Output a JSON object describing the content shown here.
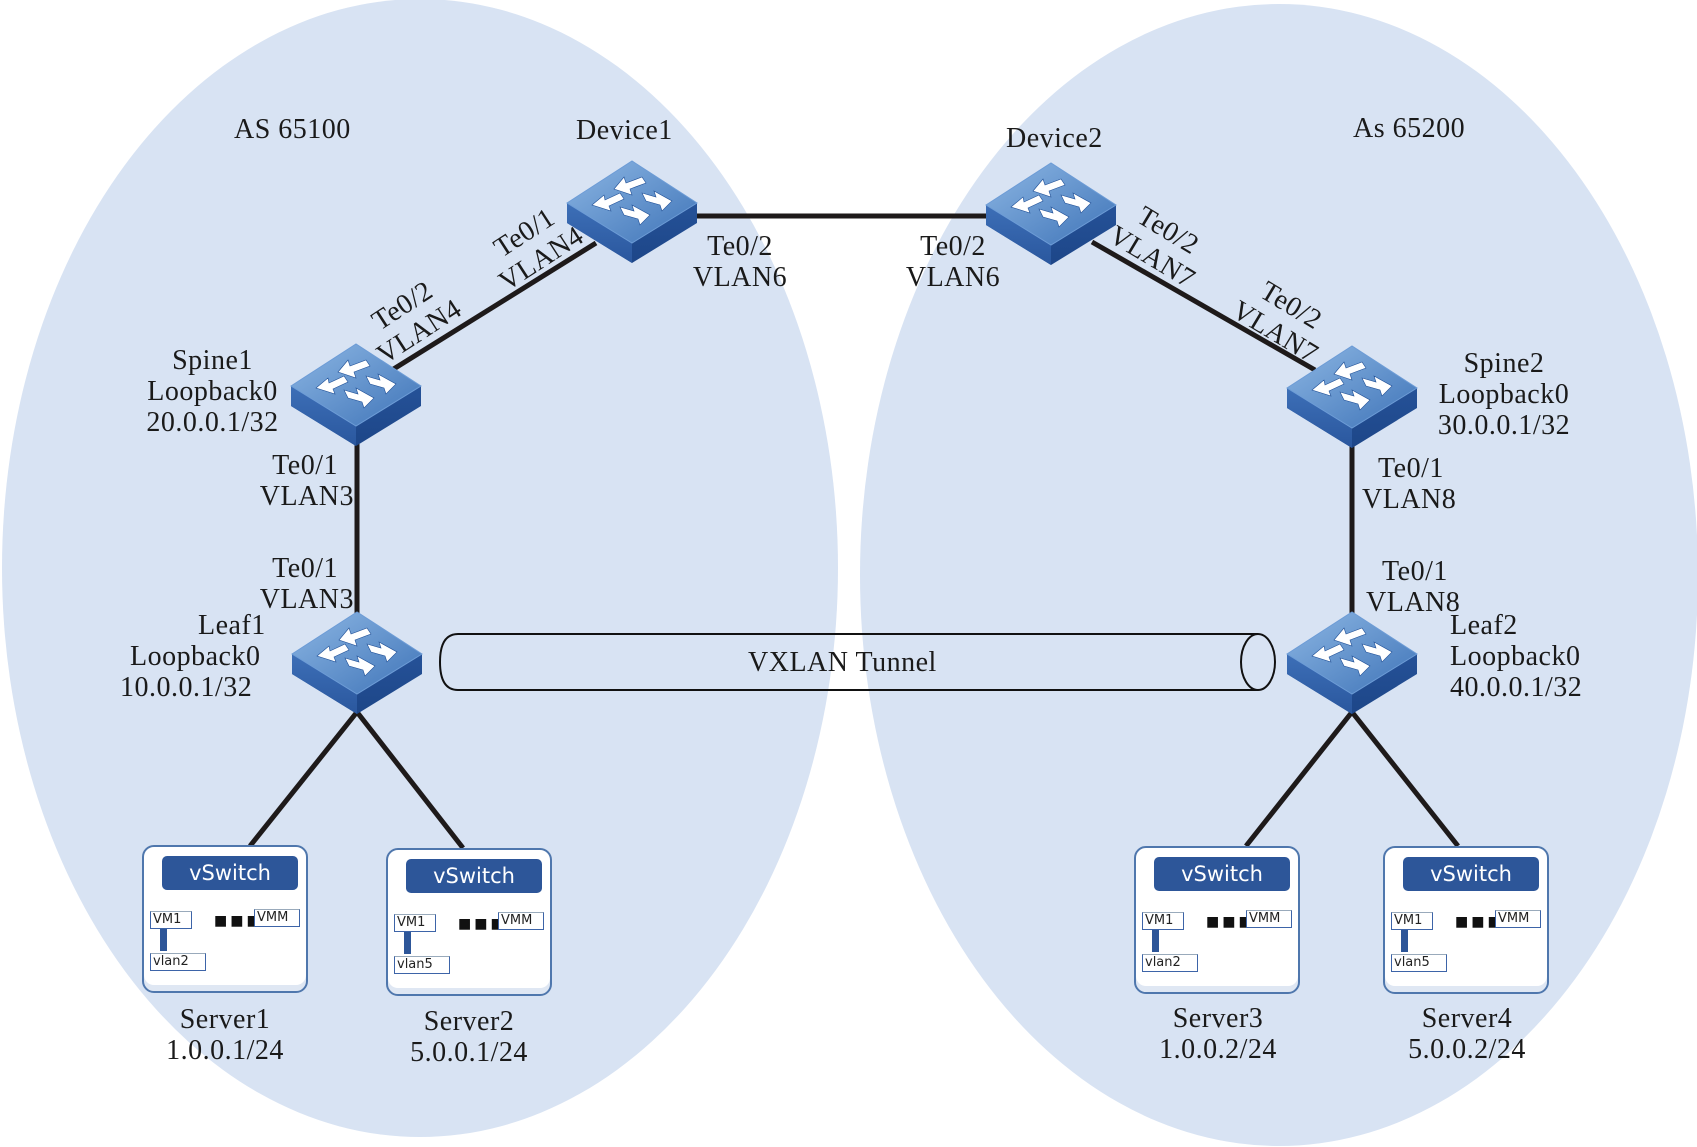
{
  "diagram": {
    "title": "VXLAN across two BGP AS domains",
    "colors": {
      "as_region_fill": "#d8e3f3",
      "switch_top": "#5f94cf",
      "switch_side": "#2f5ea8",
      "link": "#1e1a1a",
      "vswitch": "#2d5699"
    },
    "as_regions": [
      {
        "id": "as1",
        "label": "AS 65100"
      },
      {
        "id": "as2",
        "label": "As 65200"
      }
    ],
    "devices": {
      "device1": {
        "name": "Device1"
      },
      "device2": {
        "name": "Device2"
      },
      "spine1": {
        "name": "Spine1",
        "loopback": "Loopback0",
        "ip": "20.0.0.1/32"
      },
      "spine2": {
        "name": "Spine2",
        "loopback": "Loopback0",
        "ip": "30.0.0.1/32"
      },
      "leaf1": {
        "name": "Leaf1",
        "loopback": "Loopback0",
        "ip": "10.0.0.1/32"
      },
      "leaf2": {
        "name": "Leaf2",
        "loopback": "Loopback0",
        "ip": "40.0.0.1/32"
      }
    },
    "ports": {
      "d1_to_spine1": {
        "port": "Te0/1",
        "vlan": "VLAN4"
      },
      "spine1_to_d1": {
        "port": "Te0/2",
        "vlan": "VLAN4"
      },
      "d1_to_d2": {
        "port": "Te0/2",
        "vlan": "VLAN6"
      },
      "d2_to_d1": {
        "port": "Te0/2",
        "vlan": "VLAN6"
      },
      "d2_to_spine2": {
        "port": "Te0/2",
        "vlan": "VLAN7"
      },
      "spine2_to_d2": {
        "port": "Te0/2",
        "vlan": "VLAN7"
      },
      "spine1_to_leaf1": {
        "port": "Te0/1",
        "vlan": "VLAN3"
      },
      "leaf1_to_spine1": {
        "port": "Te0/1",
        "vlan": "VLAN3"
      },
      "spine2_to_leaf2": {
        "port": "Te0/1",
        "vlan": "VLAN8"
      },
      "leaf2_to_spine2": {
        "port": "Te0/1",
        "vlan": "VLAN8"
      }
    },
    "tunnel": {
      "label": "VXLAN Tunnel"
    },
    "servers": [
      {
        "name": "Server1",
        "ip": "1.0.0.1/24",
        "vswitch": "vSwitch",
        "vm1": "VM1",
        "vmm": "VMM",
        "vlan": "vlan2",
        "dots": "■■■"
      },
      {
        "name": "Server2",
        "ip": "5.0.0.1/24",
        "vswitch": "vSwitch",
        "vm1": "VM1",
        "vmm": "VMM",
        "vlan": "vlan5",
        "dots": "■■■"
      },
      {
        "name": "Server3",
        "ip": "1.0.0.2/24",
        "vswitch": "vSwitch",
        "vm1": "VM1",
        "vmm": "VMM",
        "vlan": "vlan2",
        "dots": "■■■"
      },
      {
        "name": "Server4",
        "ip": "5.0.0.2/24",
        "vswitch": "vSwitch",
        "vm1": "VM1",
        "vmm": "VMM",
        "vlan": "vlan5",
        "dots": "■■■"
      }
    ]
  }
}
